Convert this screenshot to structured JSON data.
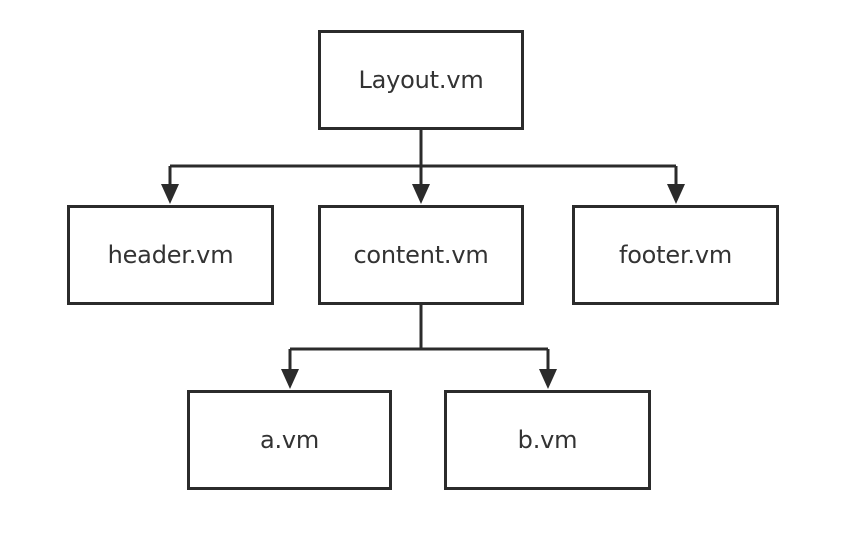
{
  "nodes": {
    "layout": "Layout.vm",
    "header": "header.vm",
    "content": "content.vm",
    "footer": "footer.vm",
    "a": "a.vm",
    "b": "b.vm"
  },
  "edges": [
    {
      "from": "Layout.vm",
      "to": "header.vm"
    },
    {
      "from": "Layout.vm",
      "to": "content.vm"
    },
    {
      "from": "Layout.vm",
      "to": "footer.vm"
    },
    {
      "from": "content.vm",
      "to": "a.vm"
    },
    {
      "from": "content.vm",
      "to": "b.vm"
    }
  ],
  "colors": {
    "stroke": "#2b2b2b",
    "text": "#333333",
    "background": "#ffffff"
  }
}
